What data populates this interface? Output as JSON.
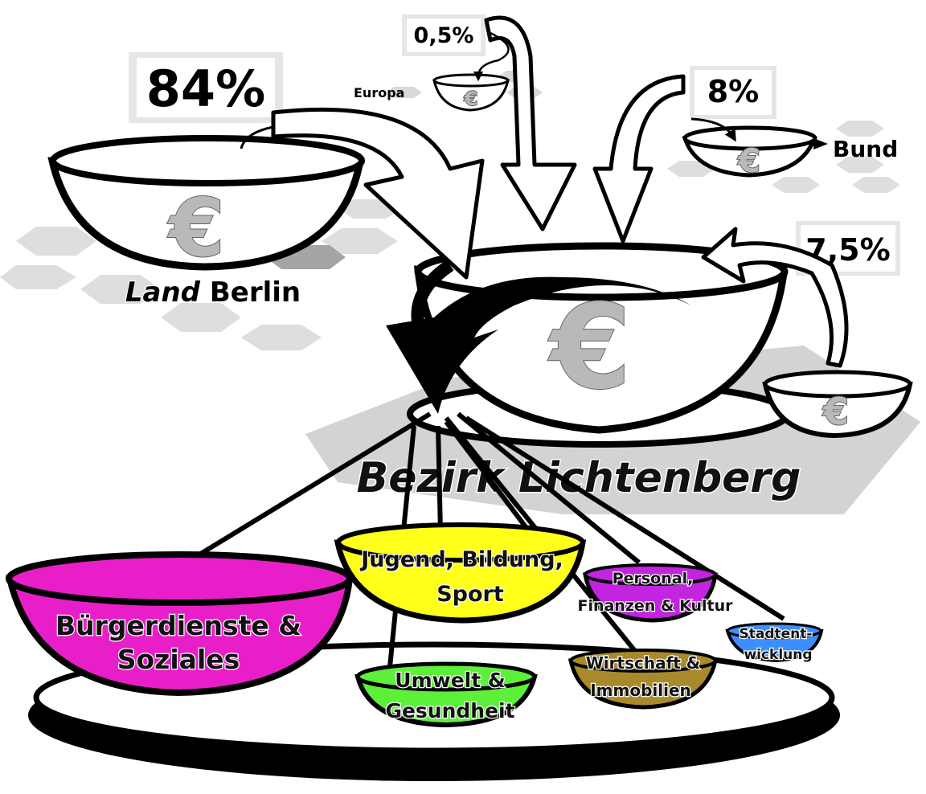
{
  "sources": {
    "land_berlin": {
      "label_italic": "Land",
      "label": "Berlin",
      "percent": "84%"
    },
    "europa": {
      "label": "Europa",
      "percent": "0,5%"
    },
    "bund": {
      "label": "Bund",
      "percent": "8%"
    },
    "own": {
      "percent": "7,5%"
    }
  },
  "district": {
    "label": "Bezirk Lichtenberg"
  },
  "currency_symbol": "€",
  "departments": [
    {
      "line1": "Bürgerdienste &",
      "line2": "Soziales",
      "color": "#e81fc8"
    },
    {
      "line1": "Jugend, Bildung,",
      "line2": "Sport",
      "color": "#ffff1a"
    },
    {
      "line1": "Personal,",
      "line2": "Finanzen & Kultur",
      "color": "#c224e0"
    },
    {
      "line1": "Stadtent-",
      "line2": "wicklung",
      "color": "#3d8fff"
    },
    {
      "line1": "Umwelt &",
      "line2": "Gesundheit",
      "color": "#5cf03a"
    },
    {
      "line1": "Wirtschaft &",
      "line2": "Immobilien",
      "color": "#a88a2c"
    }
  ],
  "colors": {
    "hex_gray": "#dcdcdc",
    "hex_dark": "#a5a5a5",
    "outline": "#000000"
  }
}
